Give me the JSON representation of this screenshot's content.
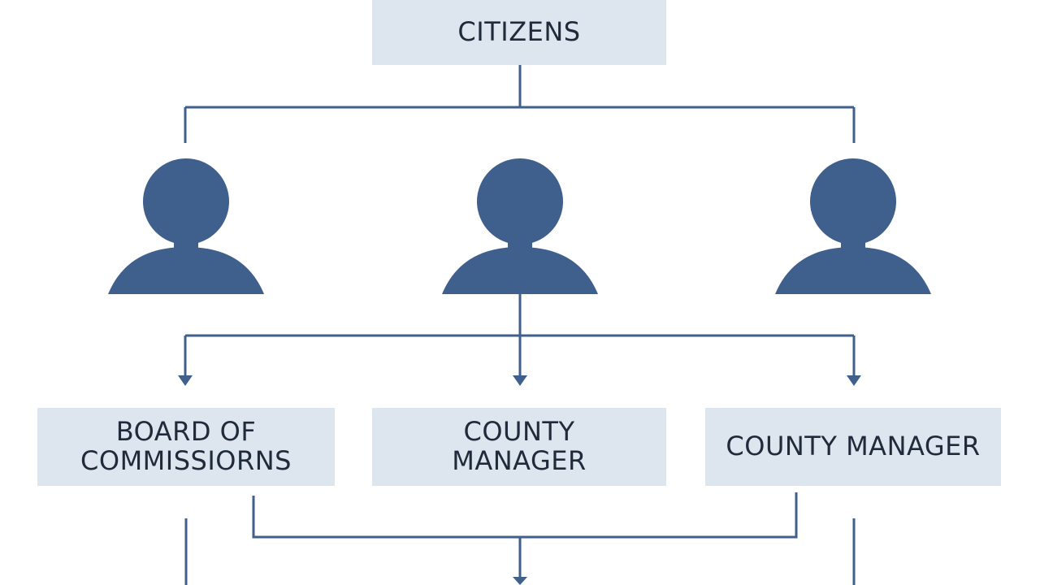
{
  "diagram": {
    "title": "",
    "top_node": {
      "label": "CITIZENS"
    },
    "persons": [
      {
        "icon": "person-icon"
      },
      {
        "icon": "person-icon"
      },
      {
        "icon": "person-icon"
      }
    ],
    "bottom_nodes": [
      {
        "label": "BOARD OF COMMISSIORNS"
      },
      {
        "label": "COUNTY MANAGER"
      },
      {
        "label": "COUNTY MANAGER"
      }
    ],
    "colors": {
      "box_fill": "#dde5ef",
      "icon_fill": "#3f5f8c",
      "line": "#3f5f8c",
      "text": "#1f2a3a"
    }
  }
}
